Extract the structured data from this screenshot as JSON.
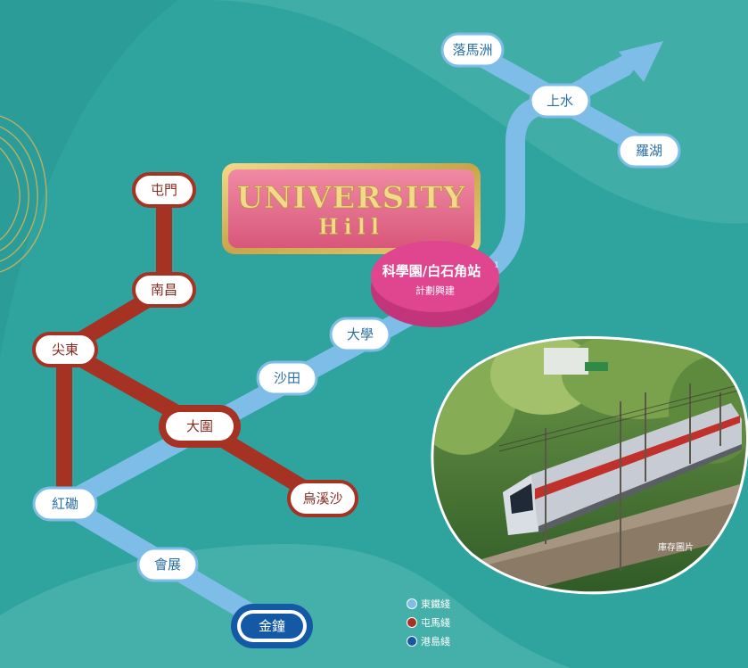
{
  "colors": {
    "background": "#2fa39e",
    "east_rail": "#7dbde8",
    "tuen_ma": "#a63224",
    "island": "#1459a6",
    "gold": "#c9a44a",
    "university_pink": "#e36d8c",
    "station_badge_pink": "#e0468f"
  },
  "east_rail_stations": [
    {
      "label": "落馬洲"
    },
    {
      "label": "上水"
    },
    {
      "label": "羅湖"
    },
    {
      "label": "大學"
    },
    {
      "label": "沙田"
    },
    {
      "label": "紅磡"
    },
    {
      "label": "會展"
    }
  ],
  "tuen_ma_stations": [
    {
      "label": "屯門"
    },
    {
      "label": "南昌"
    },
    {
      "label": "尖東"
    },
    {
      "label": "大圍"
    },
    {
      "label": "烏溪沙"
    }
  ],
  "island_station": {
    "label": "金鐘"
  },
  "logo": {
    "line1": "UNIVERSITY",
    "line2": "Hill"
  },
  "new_station": {
    "name": "科學園/白石角站",
    "superscript": "1",
    "note": "計劃興建"
  },
  "photo": {
    "caption": "庫存圖片"
  },
  "legend": [
    {
      "label": "東鐵綫",
      "color": "#7dbde8"
    },
    {
      "label": "屯馬綫",
      "color": "#a63224"
    },
    {
      "label": "港島綫",
      "color": "#1459a6"
    }
  ]
}
